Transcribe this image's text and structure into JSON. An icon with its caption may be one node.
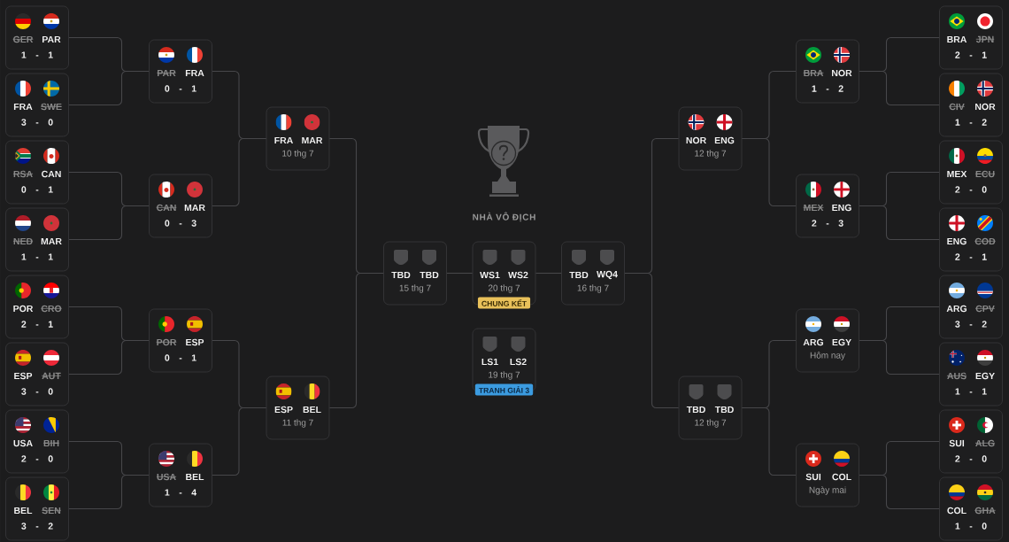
{
  "diagram": {
    "nodes": [
      {
        "text": [
          "GER",
          "PAR",
          "1 - 1"
        ]
      },
      {
        "text": [
          "FRA",
          "SWE",
          "3 - 0"
        ]
      },
      {
        "text": [
          "RSA",
          "CAN",
          "0 - 1"
        ]
      },
      {
        "text": [
          "NED",
          "MAR",
          "1 - 1"
        ]
      },
      {
        "text": [
          "POR",
          "CRO",
          "2 - 1"
        ]
      },
      {
        "text": [
          "ESP",
          "AUT",
          "3 - 0"
        ]
      },
      {
        "text": [
          "USA",
          "BIH",
          "2 - 0"
        ]
      },
      {
        "text": [
          "BEL",
          "SEN",
          "3 - 2"
        ]
      },
      {
        "text": [
          "PAR",
          "FRA",
          "0 - 1"
        ]
      },
      {
        "text": [
          "CAN",
          "MAR",
          "0 - 3"
        ]
      },
      {
        "text": [
          "POR",
          "ESP",
          "0 - 1"
        ]
      },
      {
        "text": [
          "USA",
          "BEL",
          "1 - 4"
        ]
      },
      {
        "text": [
          "FRA",
          "MAR",
          "10 thg 7"
        ]
      },
      {
        "text": [
          "ESP",
          "BEL",
          "11 thg 7"
        ]
      },
      {
        "text": [
          "TBD",
          "TBD",
          "15 thg 7"
        ]
      },
      {
        "text": [
          "WS1",
          "WS2",
          "20 thg 7",
          "CHUNG KẾT"
        ]
      },
      {
        "text": [
          "LS1",
          "LS2",
          "19 thg 7",
          "TRANH GIẢI 3"
        ]
      },
      {
        "text": [
          "TBD",
          "WQ4",
          "16 thg 7"
        ]
      },
      {
        "text": [
          "NOR",
          "ENG",
          "12 thg 7"
        ]
      },
      {
        "text": [
          "TBD",
          "TBD",
          "12 thg 7"
        ]
      },
      {
        "text": [
          "BRA",
          "NOR",
          "1 - 2"
        ]
      },
      {
        "text": [
          "MEX",
          "ENG",
          "2 - 3"
        ]
      },
      {
        "text": [
          "ARG",
          "EGY",
          "Hôm nay"
        ]
      },
      {
        "text": [
          "SUI",
          "COL",
          "Ngày mai"
        ]
      },
      {
        "text": [
          "BRA",
          "JPN",
          "2 - 1"
        ]
      },
      {
        "text": [
          "CIV",
          "NOR",
          "1 - 2"
        ]
      },
      {
        "text": [
          "MEX",
          "ECU",
          "2 - 0"
        ]
      },
      {
        "text": [
          "ENG",
          "COD",
          "2 - 1"
        ]
      },
      {
        "text": [
          "ARG",
          "CPV",
          "3 - 2"
        ]
      },
      {
        "text": [
          "AUS",
          "EGY",
          "1 - 1"
        ]
      },
      {
        "text": [
          "SUI",
          "ALG",
          "2 - 0"
        ]
      },
      {
        "text": [
          "COL",
          "GHA",
          "1 - 0"
        ]
      }
    ],
    "edges": [
      {
        "from": 0,
        "to": 8,
        "arrow": "none"
      },
      {
        "from": 1,
        "to": 8,
        "arrow": "none"
      },
      {
        "from": 2,
        "to": 9,
        "arrow": "none"
      },
      {
        "from": 3,
        "to": 9,
        "arrow": "none"
      },
      {
        "from": 4,
        "to": 10,
        "arrow": "none"
      },
      {
        "from": 5,
        "to": 10,
        "arrow": "none"
      },
      {
        "from": 6,
        "to": 11,
        "arrow": "none"
      },
      {
        "from": 7,
        "to": 11,
        "arrow": "none"
      },
      {
        "from": 8,
        "to": 12,
        "arrow": "none"
      },
      {
        "from": 9,
        "to": 12,
        "arrow": "none"
      },
      {
        "from": 10,
        "to": 13,
        "arrow": "none"
      },
      {
        "from": 11,
        "to": 13,
        "arrow": "none"
      },
      {
        "from": 12,
        "to": 14,
        "arrow": "none"
      },
      {
        "from": 13,
        "to": 14,
        "arrow": "none"
      },
      {
        "from": 14,
        "to": 15,
        "arrow": "none"
      },
      {
        "from": 17,
        "to": 15,
        "arrow": "none"
      },
      {
        "from": 18,
        "to": 17,
        "arrow": "none"
      },
      {
        "from": 19,
        "to": 17,
        "arrow": "none"
      },
      {
        "from": 20,
        "to": 18,
        "arrow": "none"
      },
      {
        "from": 21,
        "to": 18,
        "arrow": "none"
      },
      {
        "from": 22,
        "to": 19,
        "arrow": "none"
      },
      {
        "from": 23,
        "to": 19,
        "arrow": "none"
      },
      {
        "from": 24,
        "to": 20,
        "arrow": "none"
      },
      {
        "from": 25,
        "to": 20,
        "arrow": "none"
      },
      {
        "from": 26,
        "to": 21,
        "arrow": "none"
      },
      {
        "from": 27,
        "to": 21,
        "arrow": "none"
      },
      {
        "from": 28,
        "to": 22,
        "arrow": "none"
      },
      {
        "from": 29,
        "to": 22,
        "arrow": "none"
      },
      {
        "from": 30,
        "to": 23,
        "arrow": "none"
      },
      {
        "from": 31,
        "to": 23,
        "arrow": "none"
      }
    ],
    "labels": [
      "NHÀ VÔ ĐỊCH"
    ]
  }
}
